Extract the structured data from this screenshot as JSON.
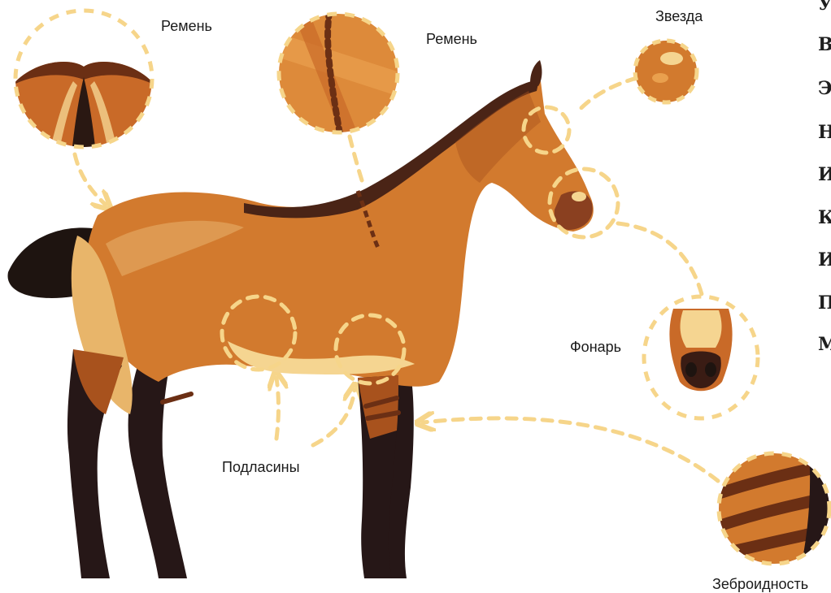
{
  "labels": {
    "dorsal_stripe_top": "Ремень",
    "dorsal_stripe_back": "Ремень",
    "star": "Звезда",
    "muzzle": "Фонарь",
    "belly": "Подласины",
    "zebra_legs": "Зеброидность"
  },
  "side_text_letters": [
    "У",
    "В",
    "Э",
    "Н",
    "И",
    "К",
    "И",
    "П",
    "М"
  ],
  "colors": {
    "coat": "#d27a2e",
    "coat_dark": "#a8521d",
    "mane": "#4a2416",
    "tail": "#1e1410",
    "legs_dark": "#261717",
    "light_cream": "#f5d591",
    "dashed_circle": "#f6d58a",
    "text": "#1a1a1a"
  }
}
